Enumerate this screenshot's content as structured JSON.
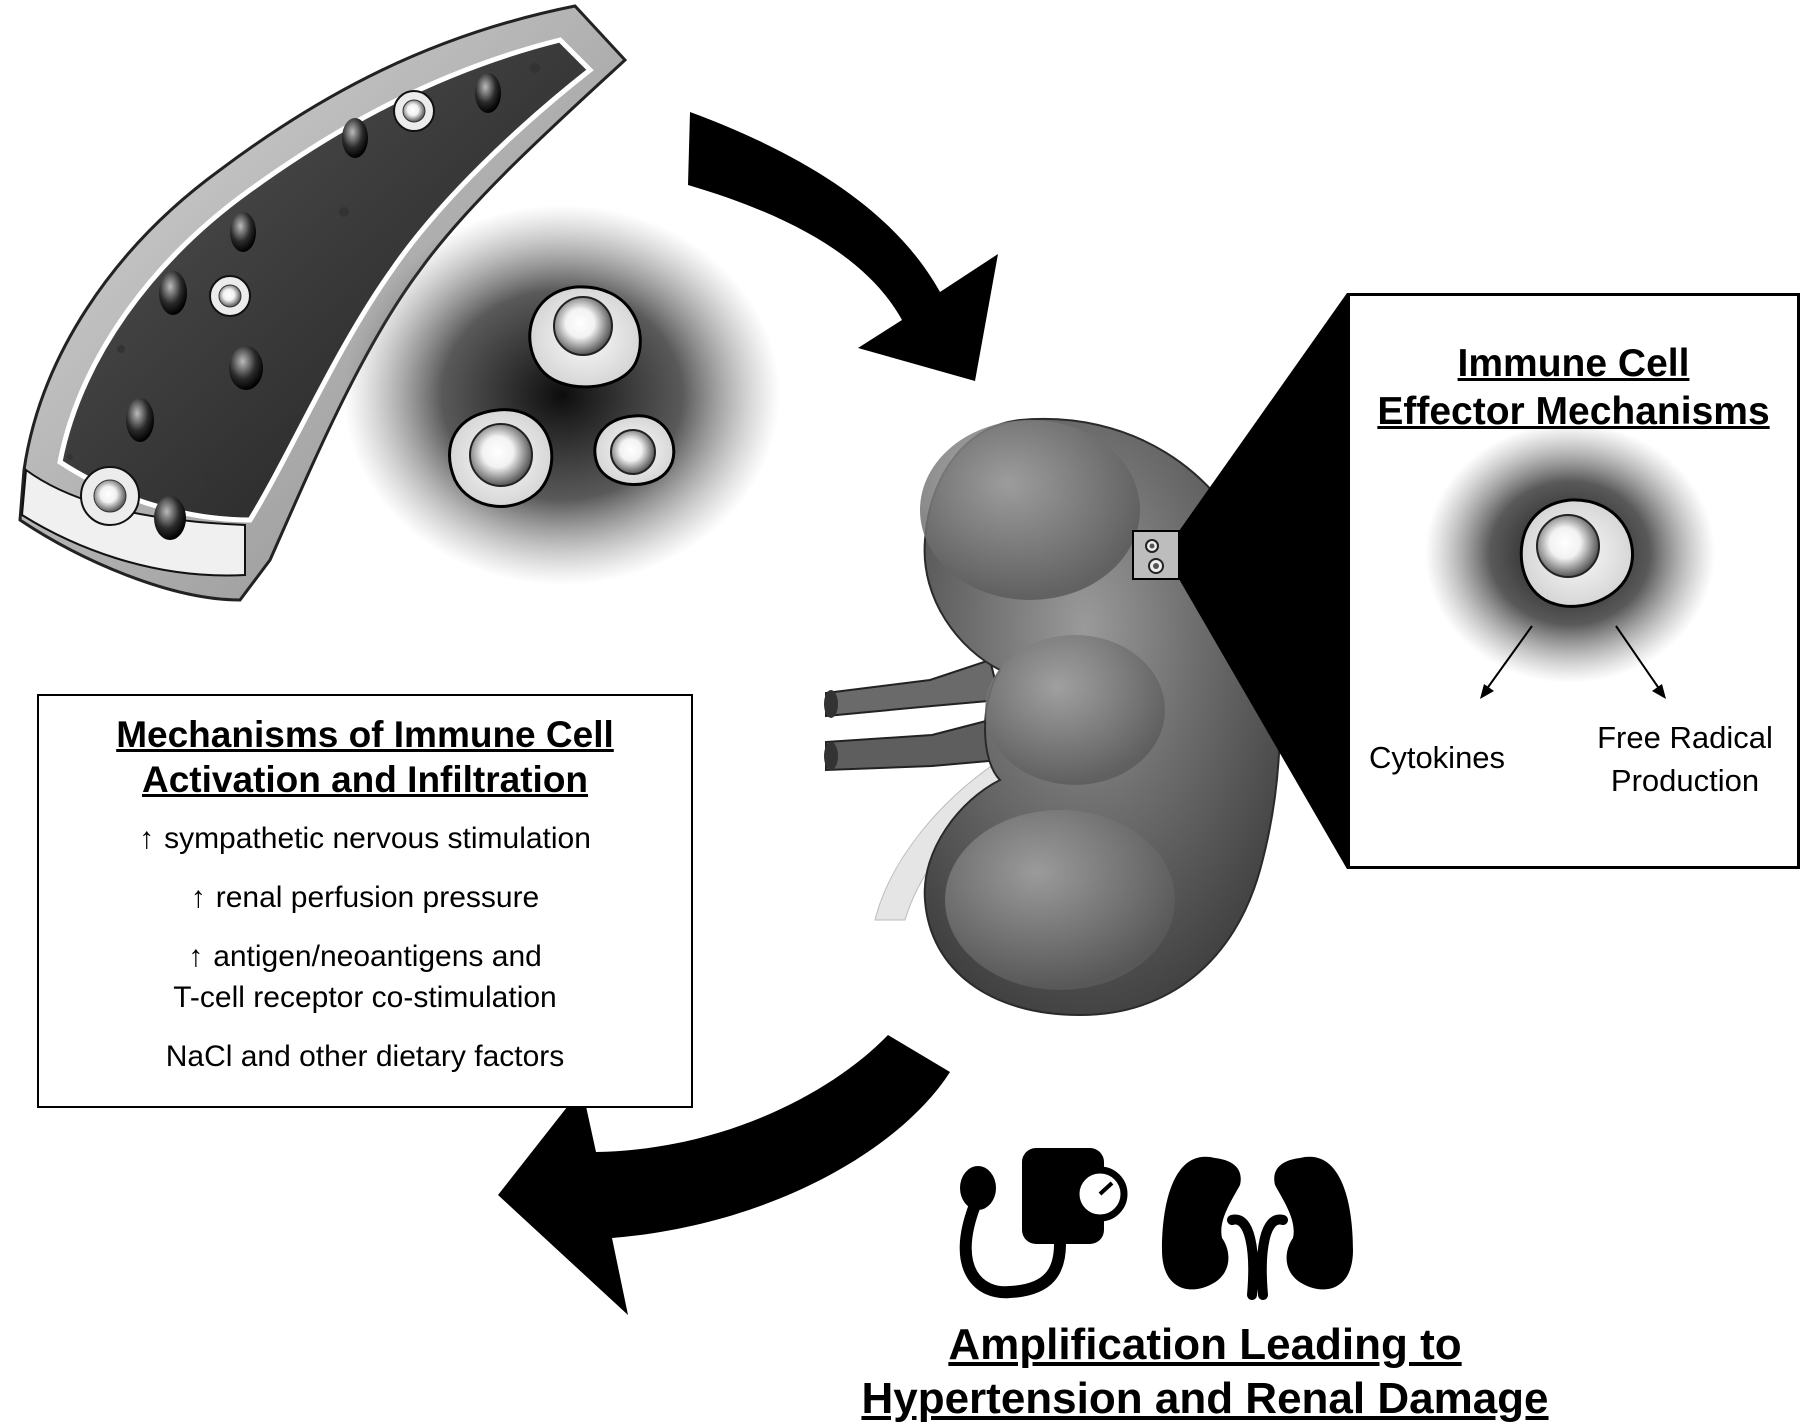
{
  "activation_box": {
    "title_line1": "Mechanisms of Immune Cell",
    "title_line2": "Activation and Infiltration",
    "items": [
      {
        "arrow": "↑",
        "text": "sympathetic nervous stimulation"
      },
      {
        "arrow": "↑",
        "text": "renal perfusion pressure"
      },
      {
        "arrow": "↑",
        "text": "antigen/neoantigens and",
        "text2": "T-cell receptor co-stimulation"
      },
      {
        "arrow": "",
        "text": "NaCl and other dietary factors"
      }
    ]
  },
  "effector_panel": {
    "title_line1": "Immune Cell",
    "title_line2": "Effector Mechanisms",
    "left_output": "Cytokines",
    "right_output_line1": "Free Radical",
    "right_output_line2": "Production"
  },
  "amplification": {
    "line1": "Amplification Leading to",
    "line2": "Hypertension and Renal Damage"
  },
  "icons": [
    "blood-vessel-icon",
    "immune-cell-icon",
    "kidney-icon",
    "blood-pressure-cuff-icon",
    "kidneys-icon",
    "cycle-arrow-icon"
  ]
}
